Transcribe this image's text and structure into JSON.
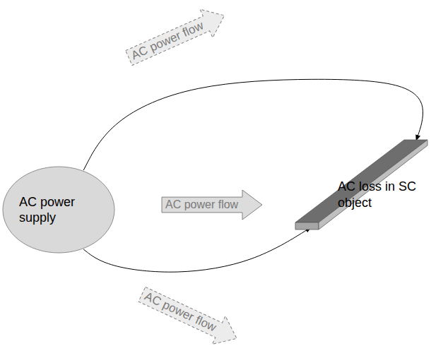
{
  "diagram": {
    "nodes": [
      {
        "text": [
          "AC power flow"
        ]
      },
      {
        "text": [
          "AC power supply"
        ]
      },
      {
        "text": [
          "AC power flow"
        ]
      },
      {
        "text": [
          "AC loss in SC object"
        ]
      },
      {
        "text": [
          "AC power flow"
        ]
      }
    ],
    "edges": [
      {
        "from": 1,
        "to": 3,
        "arrow": "to"
      },
      {
        "from": 1,
        "to": 3,
        "arrow": "to"
      }
    ]
  }
}
